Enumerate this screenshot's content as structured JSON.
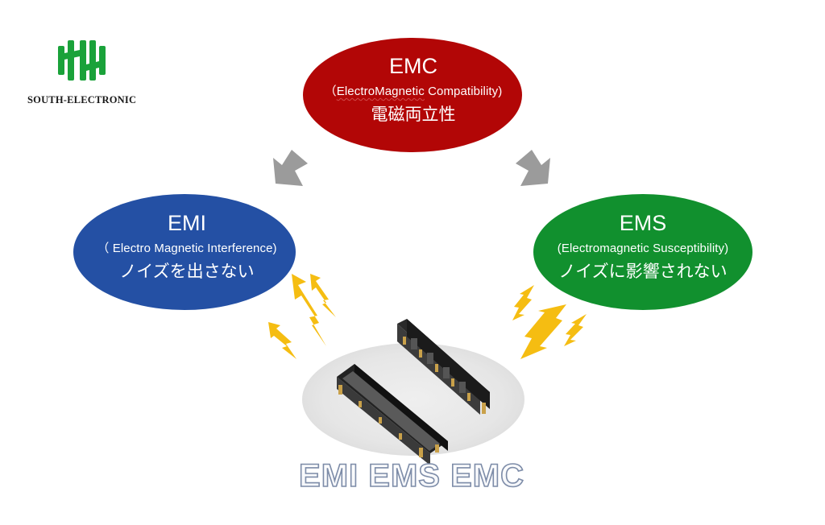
{
  "logo": {
    "company": "SOUTH-ELECTRONIC",
    "color": "#1aa23a"
  },
  "emc": {
    "title": "EMC",
    "open_paren": "（",
    "term_part1": "ElectroMagnetic",
    "term_part2": " Compatibility)",
    "japanese": "電磁両立性",
    "color": "#b20606"
  },
  "emi": {
    "title": "EMI",
    "subtitle": "（ Electro Magnetic Interference)",
    "japanese": "ノイズを出さない",
    "color": "#2450a4"
  },
  "ems": {
    "title": "EMS",
    "subtitle": "(Electromagnetic Susceptibility)",
    "japanese": "ノイズに影響されない",
    "color": "#11902e"
  },
  "banner": {
    "text": "EMI EMS EMC"
  },
  "colors": {
    "arrow_gray": "#9b9b9b",
    "lightning": "#f5bd12",
    "spotlight": "#e9e9e9"
  },
  "icons": {
    "arrows": "down-arrow-icon",
    "noise": "lightning-bolt-icon",
    "product": "connector-icon"
  }
}
